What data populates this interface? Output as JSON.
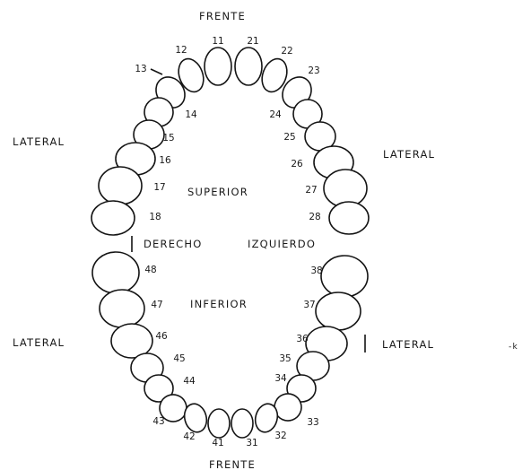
{
  "labels": {
    "front_top": "FRENTE",
    "front_bottom": "FRENTE",
    "lateral_upper_left": "LATERAL",
    "lateral_upper_right": "LATERAL",
    "lateral_lower_left": "LATERAL",
    "lateral_lower_right": "LATERAL",
    "superior": "SUPERIOR",
    "inferior": "INFERIOR",
    "derecho": "DERECHO",
    "izquierdo": "IZQUIERDO",
    "stray_mark": "-k"
  },
  "upper_teeth": [
    "11",
    "21",
    "12",
    "22",
    "13",
    "23",
    "14",
    "24",
    "15",
    "25",
    "16",
    "26",
    "17",
    "27",
    "18",
    "28"
  ],
  "lower_teeth": [
    "48",
    "38",
    "47",
    "37",
    "46",
    "36",
    "45",
    "35",
    "44",
    "34",
    "43",
    "33",
    "42",
    "32",
    "41",
    "31"
  ]
}
